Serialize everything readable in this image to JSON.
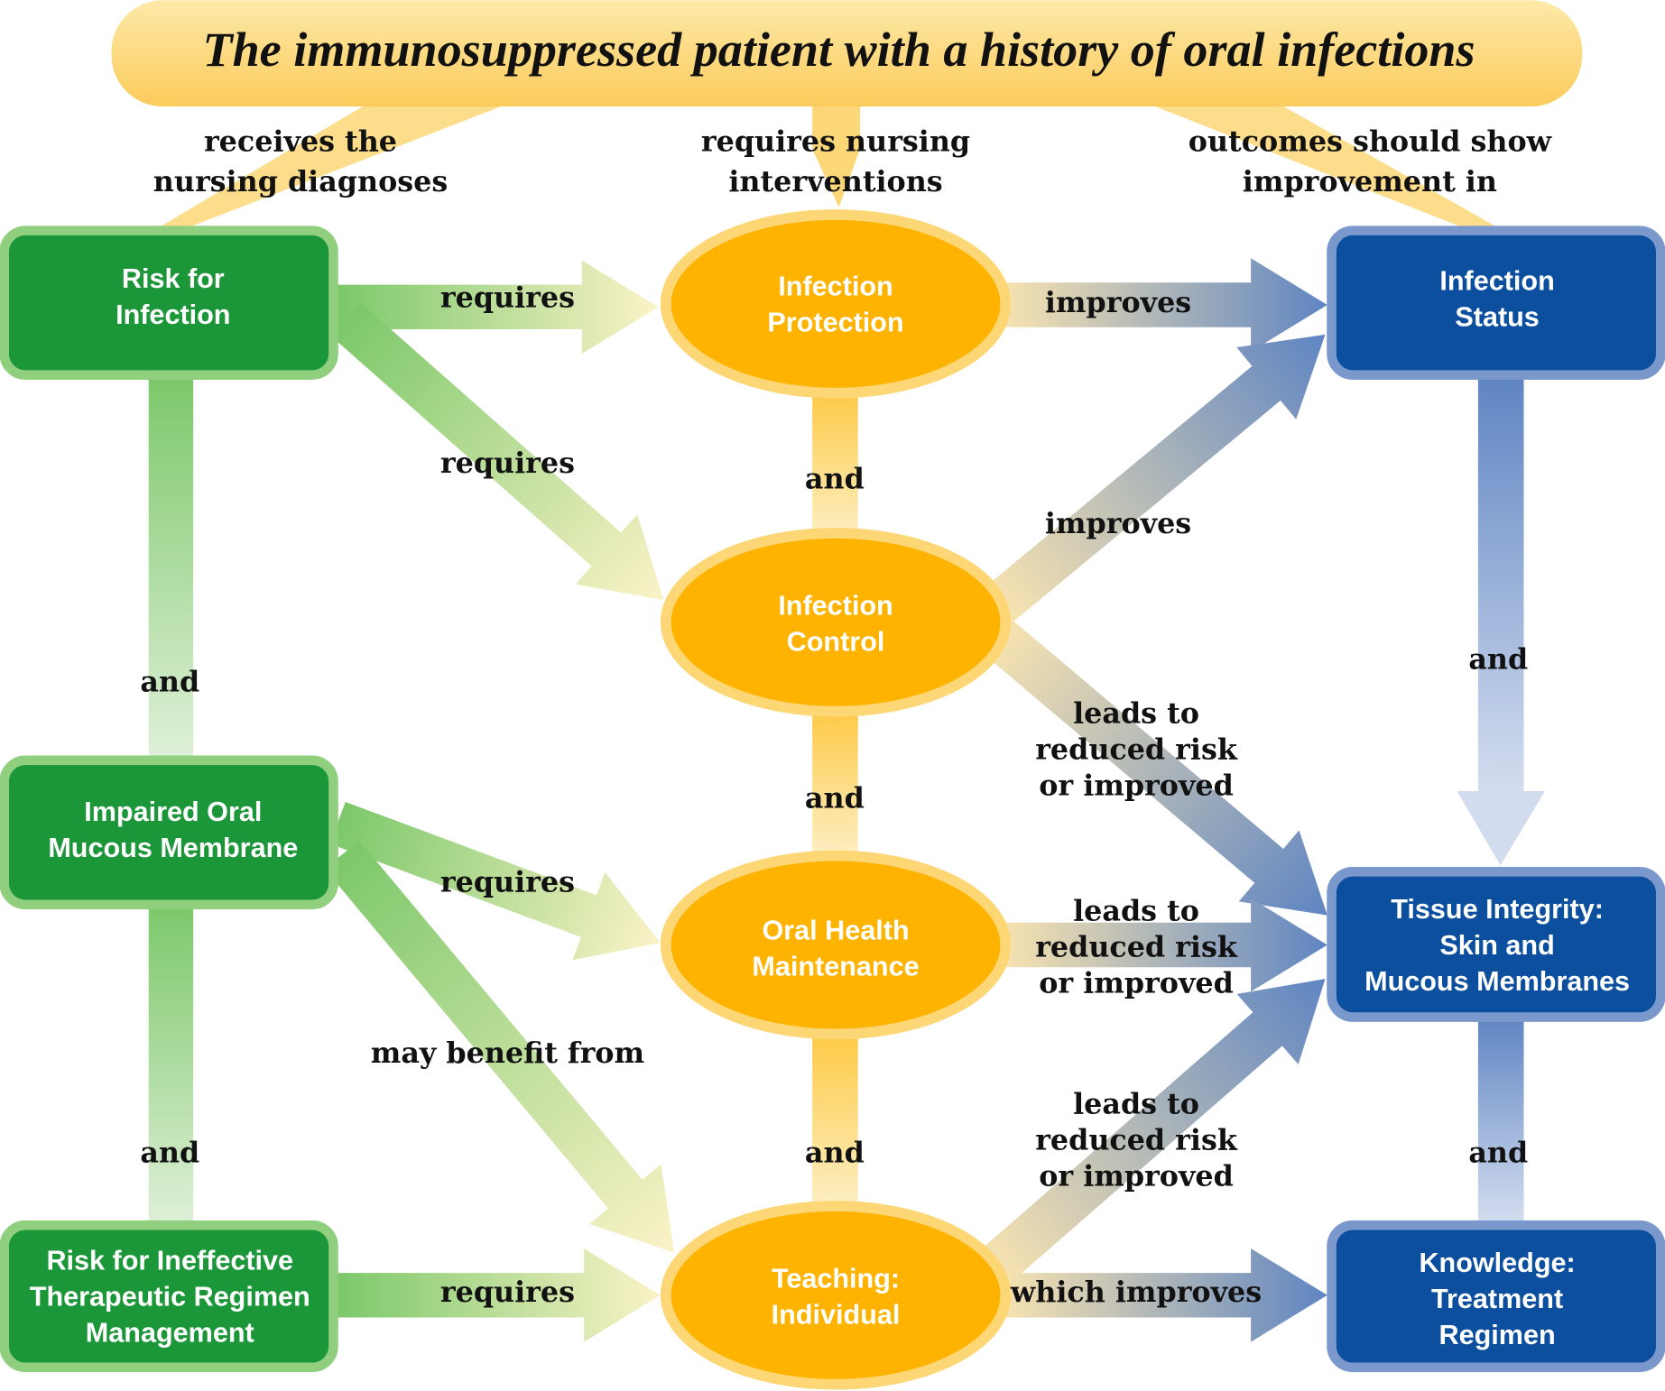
{
  "title": "The immunosuppressed patient with a history of oral infections",
  "columns": {
    "diagnoses": [
      "receives the",
      "nursing diagnoses"
    ],
    "interventions": [
      "requires nursing",
      "interventions"
    ],
    "outcomes": [
      "outcomes should show",
      "improvement in"
    ]
  },
  "diagnoses": [
    {
      "lines": [
        "Risk for",
        "Infection"
      ]
    },
    {
      "lines": [
        "Impaired Oral",
        "Mucous Membrane"
      ]
    },
    {
      "lines": [
        "Risk for Ineffective",
        "Therapeutic Regimen",
        "Management"
      ]
    }
  ],
  "interventions": [
    {
      "lines": [
        "Infection",
        "Protection"
      ]
    },
    {
      "lines": [
        "Infection",
        "Control"
      ]
    },
    {
      "lines": [
        "Oral Health",
        "Maintenance"
      ]
    },
    {
      "lines": [
        "Teaching:",
        "Individual"
      ]
    }
  ],
  "outcomes": [
    {
      "lines": [
        "Infection",
        "Status"
      ]
    },
    {
      "lines": [
        "Tissue Integrity:",
        "Skin and",
        "Mucous Membranes"
      ]
    },
    {
      "lines": [
        "Knowledge:",
        "Treatment",
        "Regimen"
      ]
    }
  ],
  "links": {
    "requires": "requires",
    "may_benefit": "may benefit from",
    "and": "and",
    "improves": "improves",
    "leads_to": [
      "leads to",
      "reduced risk",
      "or improved"
    ],
    "which_improves": "which improves"
  },
  "colors": {
    "banner": "#fcd26a",
    "diagnosis_fill": "#1b9638",
    "diagnosis_border": "#8fcf7e",
    "intervention_fill": "#fdb300",
    "intervention_border": "#fdd775",
    "outcome_fill": "#0c4f9e",
    "outcome_border": "#7b98cc"
  }
}
